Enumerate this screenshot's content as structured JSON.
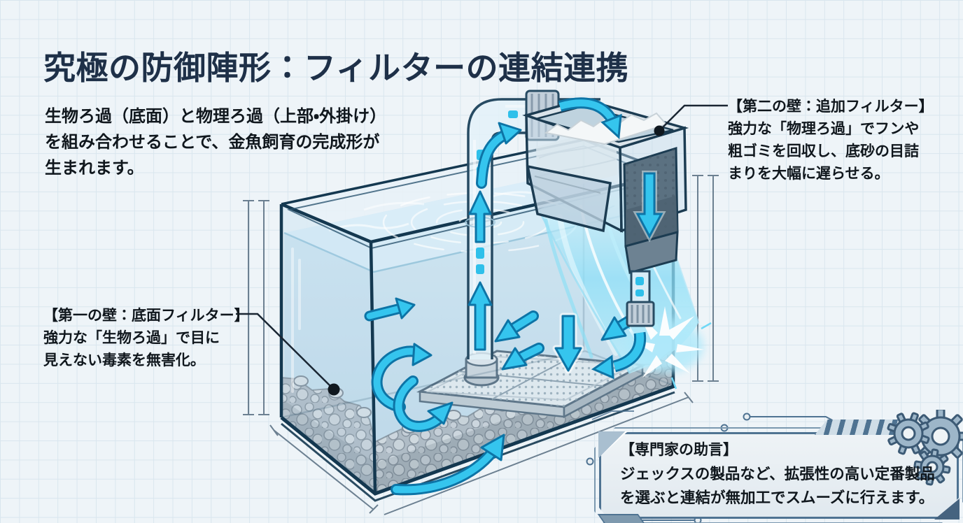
{
  "title": "究極の防御陣形：フィルターの連結連携",
  "intro": "生物ろ過（底面）と物理ろ過（上部・外掛け）\nを組み合わせることで、金魚飼育の完成形が\n生まれます。",
  "annotations": {
    "second_wall": {
      "text": "【第二の壁：追加フィルター】\n強力な「物理ろ過」でフンや\n粗ゴミを回収し、底砂の目詰\nまりを大幅に遅らせる。"
    },
    "first_wall": {
      "text": "【第一の壁：底面フィルター】\n強力な「生物ろ過」で目に\n見えない毒素を無害化。"
    }
  },
  "expert_box": {
    "heading": "【専門家の助言】",
    "body": "ジェックスの製品など、拡張性の高い定番製品\nを選ぶと連結が無加工でスムーズに行えます。"
  },
  "diagram": {
    "type": "aquarium-filter-linkage-illustration",
    "parts": [
      "aquarium-tank",
      "water-surface",
      "gravel-substrate",
      "undergravel-filter-plate",
      "lift-pipe",
      "pipe-coupling",
      "hang-on-filter-box",
      "filter-sponge",
      "filter-chamber",
      "outflow-waterfall",
      "splash",
      "flow-arrows",
      "dimension-lines",
      "callout-leader-lines"
    ],
    "icons": [
      "gear-icon",
      "circuit-trace-icon",
      "callout-dot"
    ],
    "colors": {
      "background": "#eef4f8",
      "grid_line": "#d9e6ee",
      "title_text": "#1e3048",
      "body_text": "#10171d",
      "outline_navy": "#1c3c52",
      "flow_arrow_cyan": "#35c5ee",
      "flow_arrow_edge": "#0d74a6",
      "water_blue": "#c7e0ee",
      "gravel_gray": "#a7b1ba",
      "panel_frame_steel": "#4f7392"
    }
  }
}
